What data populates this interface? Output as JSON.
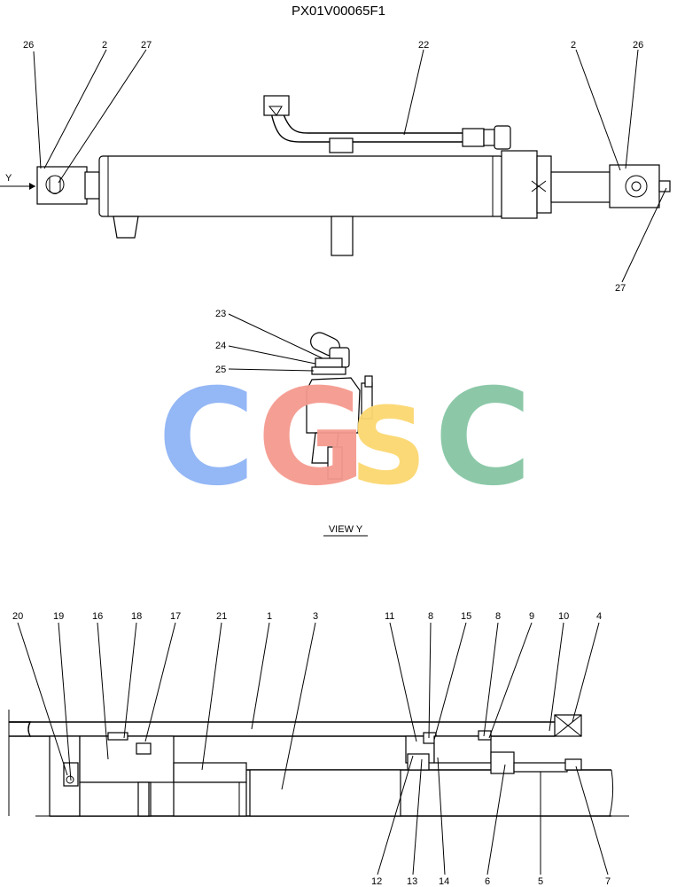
{
  "title": "PX01V00065F1",
  "view_label": "VIEW  Y",
  "view_arrow_label": "Y",
  "watermark": {
    "letters": [
      "C",
      "G",
      "S",
      "C"
    ],
    "colors": [
      "#8fb4f5",
      "#f59a8f",
      "#fbd870",
      "#86c6a4"
    ]
  },
  "top_callouts": [
    "26",
    "2",
    "27",
    "22",
    "2",
    "26",
    "27"
  ],
  "view_callouts": [
    "23",
    "24",
    "25"
  ],
  "bottom_callouts_top": [
    "20",
    "19",
    "16",
    "18",
    "17",
    "21",
    "1",
    "3",
    "11",
    "8",
    "15",
    "8",
    "9",
    "10",
    "4"
  ],
  "bottom_callouts_bottom": [
    "12",
    "13",
    "14",
    "6",
    "5",
    "7"
  ]
}
